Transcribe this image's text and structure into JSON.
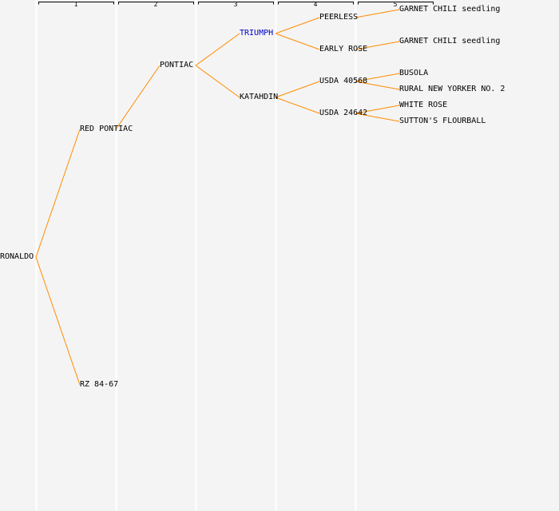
{
  "colors": {
    "background": "#f4f4f4",
    "connector": "#ff8c00",
    "column_line": "#ffffff",
    "bracket": "#000000",
    "text": "#000000",
    "highlight_text": "#0000cc"
  },
  "generations": [
    "1",
    "2",
    "3",
    "4",
    "5"
  ],
  "nodes": [
    {
      "id": "ronaldo",
      "label": "RONALDO",
      "gen": 0
    },
    {
      "id": "red-pontiac",
      "label": "RED PONTIAC",
      "gen": 1,
      "parent": "ronaldo"
    },
    {
      "id": "rz-84-67",
      "label": "RZ 84-67",
      "gen": 1,
      "parent": "ronaldo"
    },
    {
      "id": "pontiac",
      "label": "PONTIAC",
      "gen": 2,
      "parent": "red-pontiac"
    },
    {
      "id": "triumph",
      "label": "TRIUMPH",
      "gen": 3,
      "parent": "pontiac",
      "highlight": true
    },
    {
      "id": "katahdin",
      "label": "KATAHDIN",
      "gen": 3,
      "parent": "pontiac"
    },
    {
      "id": "peerless",
      "label": "PEERLESS",
      "gen": 4,
      "parent": "triumph"
    },
    {
      "id": "early-rose",
      "label": "EARLY ROSE",
      "gen": 4,
      "parent": "triumph"
    },
    {
      "id": "usda-40568",
      "label": "USDA 40568",
      "gen": 4,
      "parent": "katahdin"
    },
    {
      "id": "usda-24642",
      "label": "USDA 24642",
      "gen": 4,
      "parent": "katahdin"
    },
    {
      "id": "garnet-chili-1",
      "label": "GARNET CHILI seedling",
      "gen": 5,
      "parent": "peerless"
    },
    {
      "id": "garnet-chili-2",
      "label": "GARNET CHILI seedling",
      "gen": 5,
      "parent": "early-rose"
    },
    {
      "id": "busola",
      "label": "BUSOLA",
      "gen": 5,
      "parent": "usda-40568"
    },
    {
      "id": "rural-new-yorker",
      "label": "RURAL NEW YORKER NO. 2",
      "gen": 5,
      "parent": "usda-40568"
    },
    {
      "id": "white-rose",
      "label": "WHITE ROSE",
      "gen": 5,
      "parent": "usda-24642"
    },
    {
      "id": "suttons-flourball",
      "label": "SUTTON'S FLOURBALL",
      "gen": 5,
      "parent": "usda-24642"
    }
  ]
}
